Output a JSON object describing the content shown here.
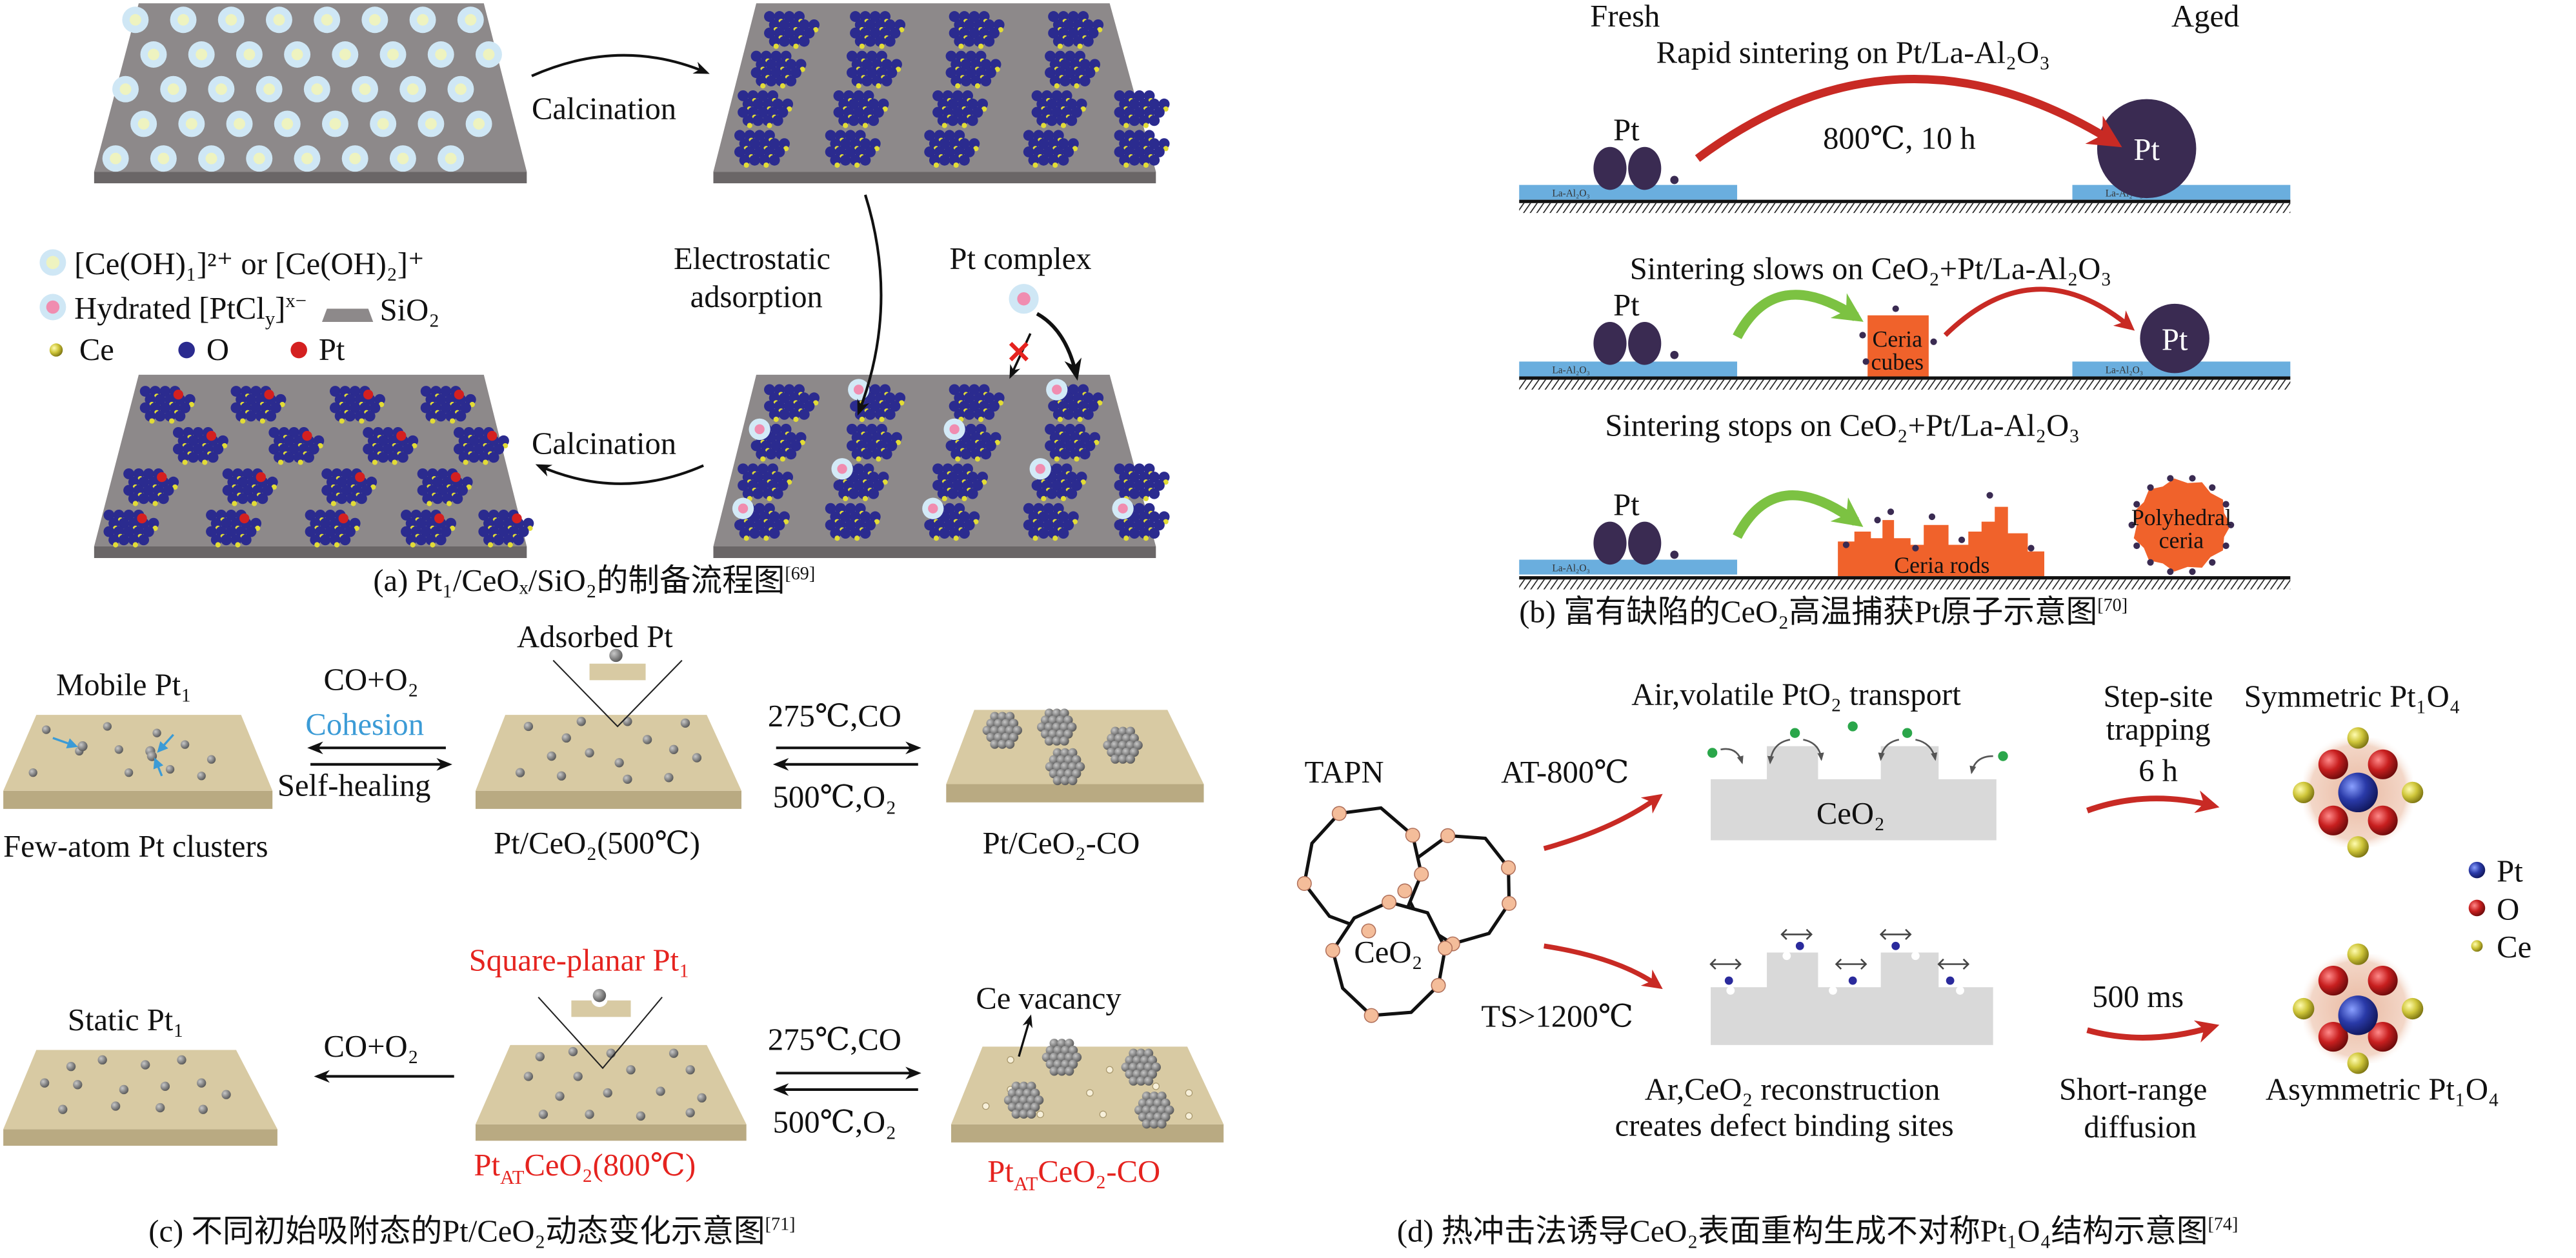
{
  "colors": {
    "slab_a": "#8d898a",
    "slab_c": "#d8caa3",
    "ceo2_cluster_o": "#2b2b8f",
    "ce_atom": "#e2dc36",
    "pt_atom_a": "#d42020",
    "la_al2o3": "#6aaede",
    "pt_particle": "#3a2b52",
    "ceria": "#f0622b",
    "green_arrow": "#7cc242",
    "red_arrow": "#c82a24",
    "red_label": "#e5231f",
    "cohesion_label": "#3b9bd6",
    "tapn_site": "#f4bd9a",
    "pto2": "#2aa64a"
  },
  "panel_a": {
    "calcination_top": "Calcination",
    "calcination_bottom": "Calcination",
    "electrostatic_1": "Electrostatic",
    "electrostatic_2": "adsorption",
    "pt_complex": "Pt complex",
    "legend": {
      "ce_oh": "[Ce(OH)₁]²⁺ or [Ce(OH)₂]⁺",
      "hydrated_pre": "Hydrated [PtCl",
      "hydrated_sub": "y",
      "hydrated_post": "]",
      "hydrated_sup": "x−",
      "sio2": "SiO₂",
      "ce": "Ce",
      "o": "O",
      "pt": "Pt"
    },
    "caption": "(a) Pt₁/CeOₓ/SiO₂的制备流程图",
    "caption_ref": "[69]"
  },
  "panel_b": {
    "fresh": "Fresh",
    "aged": "Aged",
    "row1_title": "Rapid sintering on Pt/La-Al₂O₃",
    "row1_condition": "800℃, 10 h",
    "row2_title": "Sintering slows on CeO₂+Pt/La-Al₂O₃",
    "row3_title": "Sintering stops on CeO₂+Pt/La-Al₂O₃",
    "pt": "Pt",
    "support": "La-Al₂O₃",
    "ceria_cubes_1": "Ceria",
    "ceria_cubes_2": "cubes",
    "ceria_rods": "Ceria rods",
    "polyhedral_1": "Polyhedral",
    "polyhedral_2": "ceria",
    "caption": "(b) 富有缺陷的CeO₂高温捕获Pt原子示意图",
    "caption_ref": "[70]"
  },
  "panel_c": {
    "adsorbed_pt": "Adsorbed Pt",
    "mobile_pt1": "Mobile Pt₁",
    "co_o2": "CO+O₂",
    "cohesion": "Cohesion",
    "self_healing": "Self-healing",
    "few_atom": "Few-atom Pt clusters",
    "pt_ceo2_500": "Pt/CeO₂(500℃)",
    "pt_ceo2_co": "Pt/CeO₂-CO",
    "forward_cond": "275℃,CO",
    "reverse_cond": "500℃,O₂",
    "square_planar": "Square-planar Pt₁",
    "static_pt1": "Static Pt₁",
    "co_o2_bottom": "CO+O₂",
    "forward_cond_bottom": "275℃,CO",
    "reverse_cond_bottom": "500℃,O₂",
    "ce_vacancy": "Ce vacancy",
    "ptat_pre": "Pt",
    "ptat_sub": "AT",
    "ptat_800_post": "CeO₂(800℃)",
    "ptat_co_post": "CeO₂-CO",
    "caption": "(c) 不同初始吸附态的Pt/CeO₂动态变化示意图",
    "caption_ref": "[71]"
  },
  "panel_d": {
    "tapn": "TAPN",
    "ceo2_particle": "CeO₂",
    "at_800": "AT-800℃",
    "ts_1200": "TS>1200℃",
    "air_transport": "Air,volatile PtO₂ transport",
    "ceo2_block": "CeO₂",
    "step_site_1": "Step-site",
    "step_site_2": "trapping",
    "step_site_3": "6 h",
    "symmetric": "Symmetric Pt₁O₄",
    "asymmetric": "Asymmetric Pt₁O₄",
    "ms500": "500 ms",
    "ar_reconstruction_1": "Ar,CeO₂ reconstruction",
    "ar_reconstruction_2": "creates defect binding sites",
    "short_range_1": "Short-range",
    "short_range_2": "diffusion",
    "legend": {
      "pt": "Pt",
      "o": "O",
      "ce": "Ce"
    },
    "caption": "(d) 热冲击法诱导CeO₂表面重构生成不对称Pt₁O₄结构示意图",
    "caption_ref": "[74]"
  }
}
